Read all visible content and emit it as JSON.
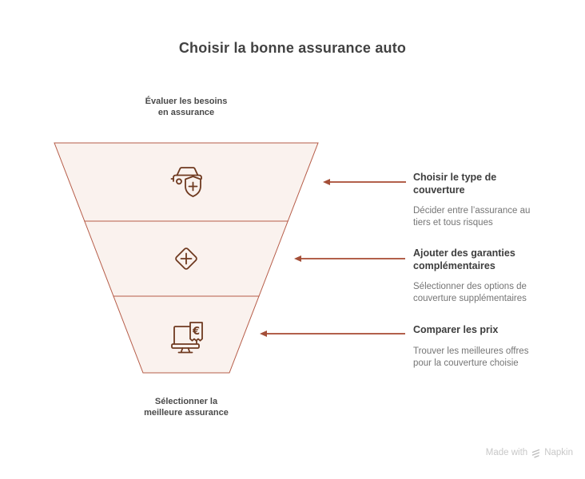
{
  "title": "Choisir la bonne assurance auto",
  "funnel": {
    "top_label": "Évaluer les besoins\nen assurance",
    "bottom_label": "Sélectionner la\nmeilleure assurance",
    "stage_icons": [
      "car-shield-plus-icon",
      "diamond-plus-icon",
      "monitor-euro-receipt-icon"
    ]
  },
  "steps": [
    {
      "heading": "Choisir le type de\ncouverture",
      "description": "Décider entre l’assurance au\ntiers et tous risques"
    },
    {
      "heading": "Ajouter des garanties\ncomplémentaires",
      "description": "Sélectionner des options de\ncouverture supplémentaires"
    },
    {
      "heading": "Comparer les prix",
      "description": "Trouver les meilleures offres\npour la couverture choisie"
    }
  ],
  "watermark": {
    "prefix": "Made with",
    "brand": "Napkin"
  },
  "colors": {
    "accent_arrow": "#B2604B",
    "arrowhead": "#A44F38",
    "funnel_fill": "#FAF2EE",
    "funnel_stroke": "#B65C48",
    "icon_stroke": "#6F3A20",
    "title_text": "#424242",
    "heading_text": "#3D3D3D",
    "body_text": "#757575",
    "label_text": "#4A4A4A",
    "watermark_text": "#C8C8C8"
  }
}
